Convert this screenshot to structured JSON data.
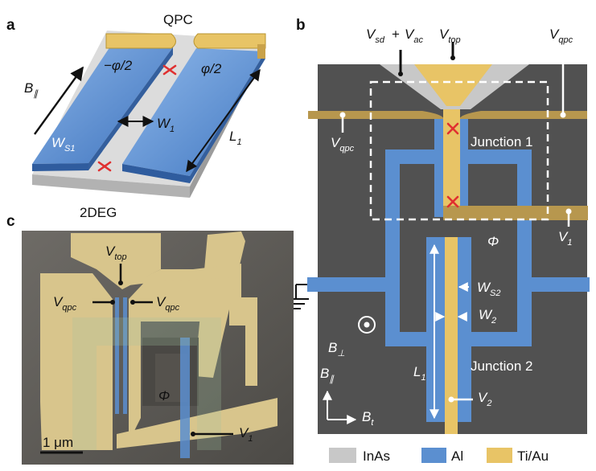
{
  "colors": {
    "inas": "#c8c8c8",
    "al": "#5b8fd0",
    "tiau": "#e8c466",
    "device_bg": "#515151",
    "cross": "#e03030"
  },
  "panel_a": {
    "letter": "a",
    "qpc": "QPC",
    "phase_left": "−φ/2",
    "phase_right": "φ/2",
    "b_parallel": {
      "main": "B",
      "sub": "∥"
    },
    "w1": {
      "main": "W",
      "sub": "1"
    },
    "ws1": {
      "main": "W",
      "sub": "S1"
    },
    "l1": {
      "main": "L",
      "sub": "1"
    },
    "two_deg": "2DEG"
  },
  "panel_b": {
    "letter": "b",
    "vsd": {
      "main": "V",
      "sub": "sd"
    },
    "plus": "+",
    "vac": {
      "main": "V",
      "sub": "ac"
    },
    "vtop": {
      "main": "V",
      "sub": "top"
    },
    "vqpc_right": {
      "main": "V",
      "sub": "qpc"
    },
    "vqpc_left": {
      "main": "V",
      "sub": "qpc"
    },
    "junction1": "Junction 1",
    "junction2": "Junction 2",
    "v1": {
      "main": "V",
      "sub": "1"
    },
    "phi": "Φ",
    "ws2": {
      "main": "W",
      "sub": "S2"
    },
    "w2": {
      "main": "W",
      "sub": "2"
    },
    "b_perp": {
      "main": "B",
      "sub": "⊥"
    },
    "l1": {
      "main": "L",
      "sub": "1"
    },
    "v2": {
      "main": "V",
      "sub": "2"
    },
    "b_par": {
      "main": "B",
      "sub": "∥"
    },
    "b_t": {
      "main": "B",
      "sub": "t"
    }
  },
  "panel_c": {
    "letter": "c",
    "vtop": {
      "main": "V",
      "sub": "top"
    },
    "vqpc_left": {
      "main": "V",
      "sub": "qpc"
    },
    "vqpc_right": {
      "main": "V",
      "sub": "qpc"
    },
    "phi": "Φ",
    "scale": "1 μm",
    "v1": {
      "main": "V",
      "sub": "1"
    }
  },
  "legend": [
    {
      "label": "InAs",
      "color": "#c8c8c8"
    },
    {
      "label": "Al",
      "color": "#5b8fd0"
    },
    {
      "label": "Ti/Au",
      "color": "#e8c466"
    }
  ]
}
